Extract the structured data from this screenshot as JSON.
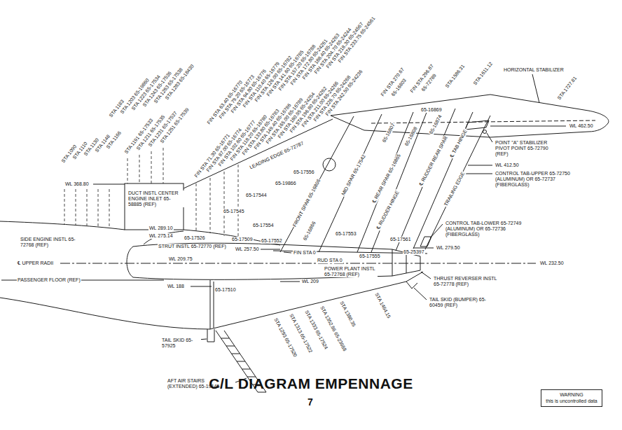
{
  "diagram": {
    "title": "C/L DIAGRAM EMPENNAGE",
    "nodes": [
      {
        "text": [
          "WARNING",
          "this is uncontrolled data"
        ]
      }
    ],
    "labels": [
      "STA 1090",
      "STA 1110",
      "STA 1130",
      "STA 1148",
      "STA 1166",
      "STA 1183",
      "STA 1203 65-19860",
      "STA 1223 65-17534",
      "STA 1243 65-17536",
      "STA 1263 65-17538",
      "STA 1283 65-18430",
      "STA 1191 65-17533",
      "STA 1211 65-17535",
      "STA 1231 65-17537",
      "STA 1251 65-17539",
      "FIN STA 63.40 65-16770",
      "FIN STA 79.20 65-16773",
      "FIN STA 94.80 65-16776",
      "FIN STA 110.40 65-16779",
      "FIN STA 126.00 65-16782",
      "FIN STA 141.60 65-16785",
      "FIN STA 157.20 65-16788",
      "FIN STA 172.80 65-24261",
      "FIN STA 188.40 65-24263",
      "FIN STA 204.70 65-24244",
      "FIN STA 218.30 65-24567",
      "FIN STA 233.75 65-24561",
      "FIN STA 71.30 65-16771",
      "FIN STA 87.00 65-16774",
      "FIN STA 102.60 65-16777",
      "FIN STA 118.20 65-16780",
      "FIN STA 133.80 65-16783",
      "FIN STA 149.40 65-16786",
      "FIN STA 165.00 65-16789",
      "FIN STA 180.95 65-24254",
      "FIN STA 196.80 65-24262",
      "FIN STA 211.00 65-24266",
      "FIN STA 226.70 65-24268",
      "FIN STA 242.50 65-24236",
      "FIN STA 270.67",
      "65-16803",
      "FIN STA 296.87",
      "65-72789",
      "STA 1586.31",
      "STA 1611.12",
      "STA 1727.81",
      "HORIZONTAL STABILIZER",
      "WL 462.50",
      "65-16869",
      "POINT \"A\" STABILIZER PIVOT POINT 65-72790 (REF)",
      "WL 412.50",
      "CONTROL TAB-UPPER 65-72750 (ALUMINUM) OR 65-72737 (FIBERGLASS)",
      "CONTROL TAB-LOWER 65-72749 (ALUMINUM) OR 65-72736 (FIBERGLASS)",
      "WL 279.50",
      "65-25397",
      "WL 232.50",
      "THRUST REVERSER INSTL 65-72778 (REF)",
      "TAIL SKID (BUMPER) 65-60459 (REF)",
      "STA 1464.15",
      "STA 1380.35",
      "STA 1352.86 65-23688",
      "STA 1333 65-17524",
      "STA 1313 65-17522",
      "STA 1293 65-17520",
      "FRONT SPAR 65-16806",
      "MID SPAR 65-17542",
      "℄ REAR SPAR 65-16865",
      "℄ RUDDER HINGE",
      "℄ RUDDER REAR SPAR",
      "℄ TAB HINGE",
      "TRAILING EDGE",
      "LEADING EDGE 65-72787",
      "65-16808",
      "65-16874",
      "65-16807",
      "65-16866",
      "65-17545",
      "65-17544",
      "65-19866",
      "65-17556",
      "65-17554",
      "65-17552",
      "65-17509",
      "65-17526",
      "65-17553",
      "65-17561",
      "65-17555",
      "65-17510",
      "WL 368.80",
      "DUCT INSTL CENTER ENGINE INLET 65-58885 (REF)",
      "WL 289.10",
      "WL 275.14",
      "SIDE ENGINE INSTL 65-72768 (REF)",
      "STRUT INSTL 65-72770 (REF)",
      "WL 257.50",
      "℄ UPPER RADII",
      "WL 209.75",
      "PASSENGER FLOOR (REF)",
      "WL 188",
      "TAIL SKID 65-57925",
      "AFT AIR STAIRS (EXTENDED) 65-19145",
      "FIN STA 0",
      "RUD STA 0",
      "POWER PLANT INSTL 65-72768 (REF)",
      "WL 209",
      "7"
    ]
  }
}
